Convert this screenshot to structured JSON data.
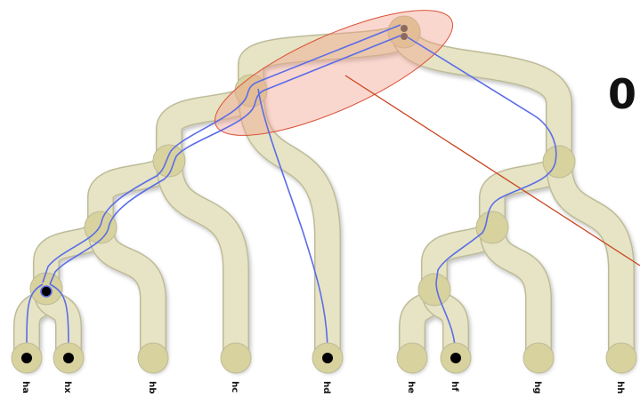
{
  "diagram": {
    "cut_off_label": "0",
    "leaves": [
      {
        "id": "ha",
        "label": "ha",
        "marked": true
      },
      {
        "id": "hx",
        "label": "hx",
        "marked": true
      },
      {
        "id": "hb",
        "label": "hb",
        "marked": false
      },
      {
        "id": "hc",
        "label": "hc",
        "marked": false
      },
      {
        "id": "hd",
        "label": "hd",
        "marked": true
      },
      {
        "id": "he",
        "label": "he",
        "marked": false
      },
      {
        "id": "hf",
        "label": "hf",
        "marked": true
      },
      {
        "id": "hg",
        "label": "hg",
        "marked": false
      },
      {
        "id": "hh",
        "label": "hh",
        "marked": false
      }
    ],
    "colors": {
      "branch_fill": "#e6e4c4",
      "branch_stroke": "#bdbb98",
      "node_fill": "#d8d29e",
      "gene_line": "#5b6ce8",
      "highlight_fill": "#f2a08a",
      "highlight_stroke": "#d9533a",
      "pointer_line": "#c8461f",
      "marker": "#000000"
    }
  }
}
